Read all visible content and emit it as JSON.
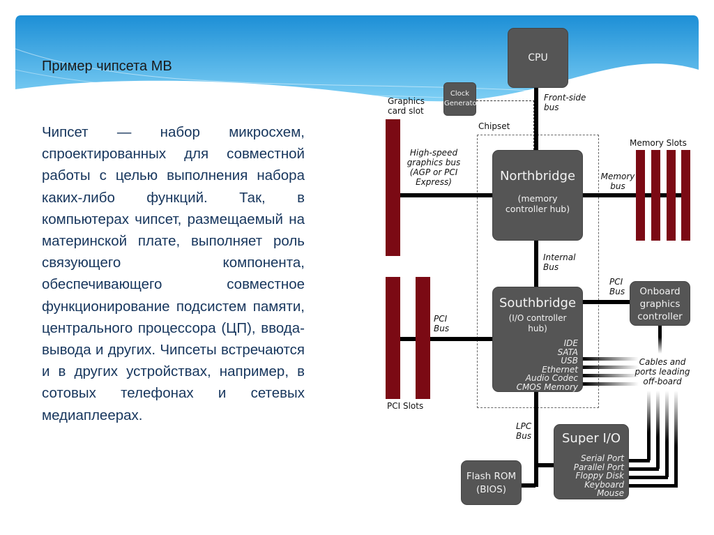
{
  "slide": {
    "title": "Пример чипсета МВ",
    "body": "Чипсет — набор микросхем, спроектированных для совместной работы с целью выполнения набора каких-либо функций. Так, в компьютерах чипсет, размещаемый на материнской плате, выполняет роль связующего компонента, обеспечивающего совместное функционирование подсистем памяти, центрального процессора (ЦП), ввода-вывода и других. Чипсеты встречаются и в других устройствах, например, в сотовых телефонах и сетевых медиаплеерах."
  },
  "diagram": {
    "cpu": "CPU",
    "clock": "Clock Generator",
    "graphics_slot": "Graphics card slot",
    "chipset": "Chipset",
    "front_side_bus": "Front-side bus",
    "hs_bus": "High-speed graphics bus (AGP or PCI Express)",
    "northbridge": "Northbridge",
    "northbridge_sub": "(memory controller hub)",
    "memory_bus": "Memory bus",
    "memory_slots": "Memory Slots",
    "internal_bus": "Internal Bus",
    "southbridge": "Southbridge",
    "southbridge_sub": "(I/O controller hub)",
    "sb_ports": [
      "IDE",
      "SATA",
      "USB",
      "Ethernet",
      "Audio Codec",
      "CMOS Memory"
    ],
    "pci_bus_left": "PCI Bus",
    "pci_slots": "PCI Slots",
    "pci_bus_right": "PCI Bus",
    "onboard_graphics": "Onboard graphics controller",
    "cables": "Cables and ports leading off-board",
    "lpc_bus": "LPC Bus",
    "super_io": "Super I/O",
    "sio_ports": [
      "Serial Port",
      "Parallel Port",
      "Floppy Disk",
      "Keyboard",
      "Mouse"
    ],
    "flash_rom": "Flash ROM (BIOS)",
    "colors": {
      "box": "#555555",
      "slot": "#7b0a14",
      "text": "#17365d"
    }
  }
}
